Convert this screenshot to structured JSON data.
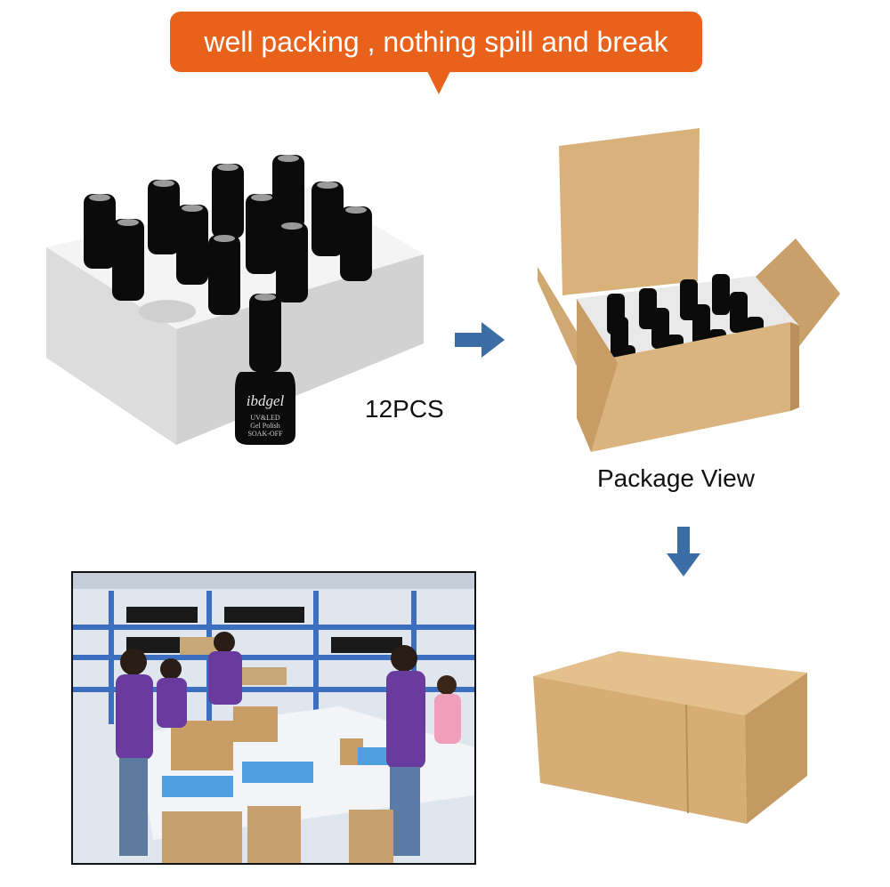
{
  "banner": {
    "text": "well packing , nothing spill and break"
  },
  "labels": {
    "count": "12PCS",
    "package_view": "Package View"
  },
  "bottle_label": {
    "brand": "ibdgel",
    "line1": "UV&LED",
    "line2": "Gel Polish",
    "line3": "SOAK-OFF"
  },
  "colors": {
    "banner": "#e8621c",
    "arrow": "#3a6ea5",
    "cardboard": "#d9b47f",
    "foam": "#ececec",
    "bottle": "#0d0d0d"
  },
  "icons": [
    "arrow-right-icon",
    "arrow-down-icon"
  ]
}
